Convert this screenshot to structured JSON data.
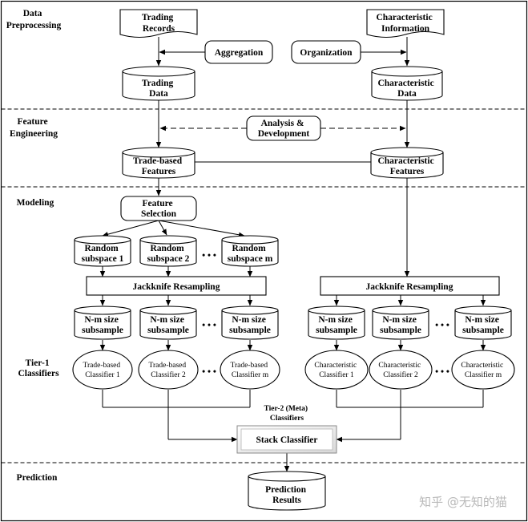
{
  "stages": {
    "data_preprocessing": [
      "Data",
      "Preprocessing"
    ],
    "feature_engineering": [
      "Feature",
      "Engineering"
    ],
    "modeling": "Modeling",
    "prediction": "Prediction"
  },
  "nodes": {
    "trading_records": [
      "Trading",
      "Records"
    ],
    "characteristic_information": [
      "Characteristic",
      "Information"
    ],
    "aggregation": "Aggregation",
    "organization": "Organization",
    "trading_data": [
      "Trading",
      "Data"
    ],
    "characteristic_data": [
      "Characteristic",
      "Data"
    ],
    "analysis_development": [
      "Analysis &",
      "Development"
    ],
    "trade_based_features": [
      "Trade-based",
      "Features"
    ],
    "characteristic_features": [
      "Characteristic",
      "Features"
    ],
    "feature_selection": [
      "Feature",
      "Selection"
    ],
    "random_subspaces": [
      [
        "Random",
        "subspace 1"
      ],
      [
        "Random",
        "subspace 2"
      ],
      [
        "Random",
        "subspace m"
      ]
    ],
    "jackknife_left": "Jackknife Resampling",
    "jackknife_right": "Jackknife Resampling",
    "subsamples_left": [
      [
        "N-m size",
        "subsample"
      ],
      [
        "N-m size",
        "subsample"
      ],
      [
        "N-m size",
        "subsample"
      ]
    ],
    "subsamples_right": [
      [
        "N-m size",
        "subsample"
      ],
      [
        "N-m size",
        "subsample"
      ],
      [
        "N-m size",
        "subsample"
      ]
    ],
    "tier1_label": [
      "Tier-1",
      "Classifiers"
    ],
    "trade_classifiers": [
      [
        "Trade-based",
        "Classifier 1"
      ],
      [
        "Trade-based",
        "Classifier 2"
      ],
      [
        "Trade-based",
        "Classifier m"
      ]
    ],
    "char_classifiers": [
      [
        "Characteristic",
        "Classifier 1"
      ],
      [
        "Characteristic",
        "Classifier 2"
      ],
      [
        "Characteristic",
        "Classifier m"
      ]
    ],
    "tier2_label": [
      "Tier-2 (Meta)",
      "Classifiers"
    ],
    "stack_classifier": "Stack Classifier",
    "prediction_results": [
      "Prediction",
      "Results"
    ],
    "ellipsis": "• • •"
  },
  "watermark": "知乎 @无知的猫"
}
